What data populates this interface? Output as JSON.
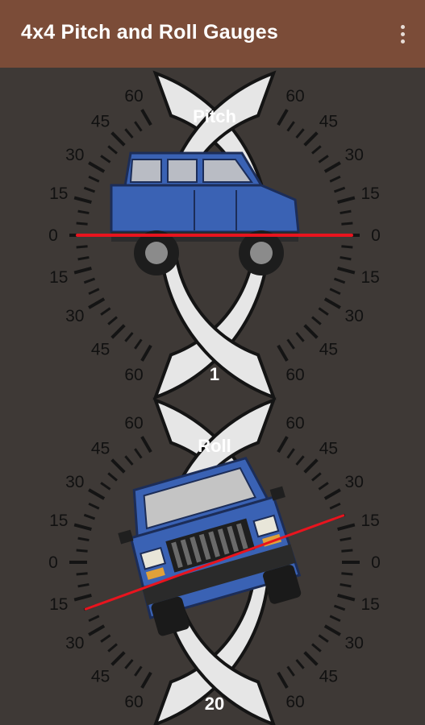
{
  "app": {
    "title": "4x4 Pitch and Roll Gauges",
    "menu_icon": "more-vert-icon"
  },
  "pitch": {
    "title": "Pitch",
    "value": "1",
    "scale_labels": [
      "60",
      "45",
      "30",
      "15",
      "0",
      "15",
      "30",
      "45",
      "60"
    ],
    "angle_deg": 0,
    "vehicle_icon": "jeep-side-view-icon"
  },
  "roll": {
    "title": "Roll",
    "value": "20",
    "scale_labels": [
      "60",
      "45",
      "30",
      "15",
      "0",
      "15",
      "30",
      "45",
      "60"
    ],
    "angle_deg": 20,
    "vehicle_icon": "jeep-front-view-icon"
  },
  "colors": {
    "appbar": "#7b4c38",
    "background": "#3e3936",
    "dial_face": "#e6e6e6",
    "level_line": "#e8141e",
    "vehicle_body": "#3a62b4"
  }
}
